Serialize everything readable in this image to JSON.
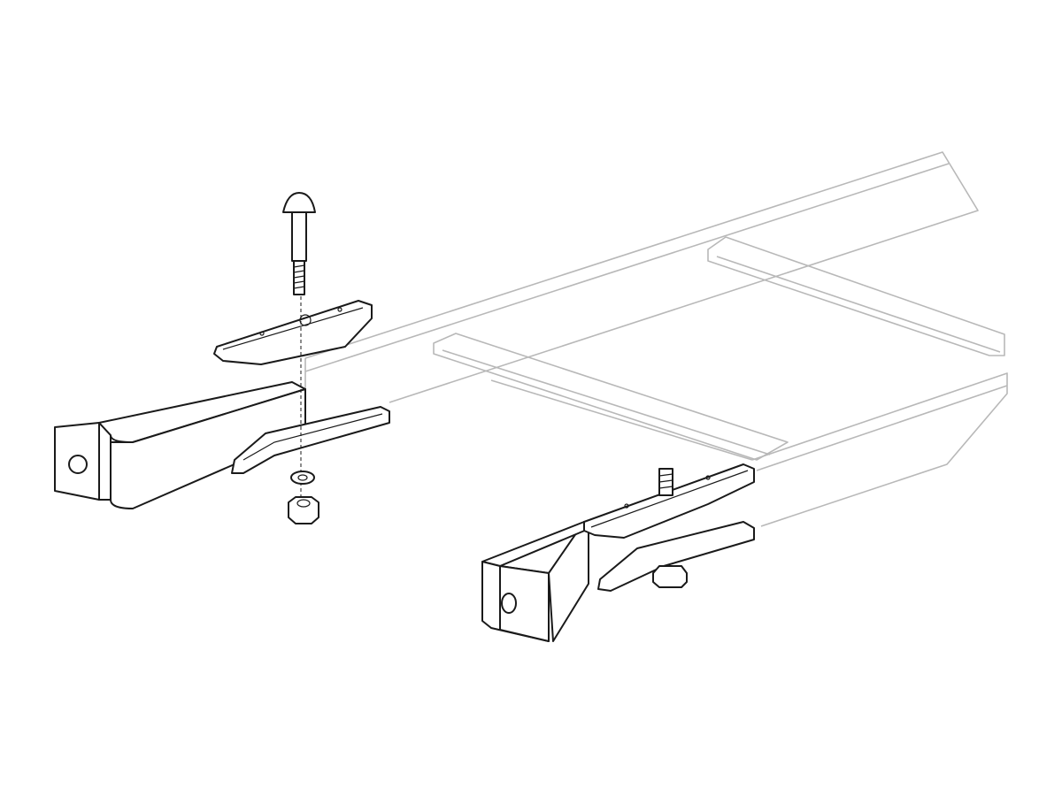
{
  "diagram": {
    "colors": {
      "ladder_rack": "#b8b8b8",
      "hardware": "#1a1a1a",
      "background": "#ffffff"
    },
    "components": [
      "ladder-rack-rail-back",
      "ladder-rack-rail-front",
      "ladder-rack-rung",
      "wall-bracket-left-exploded",
      "wall-bracket-right-assembled",
      "carriage-bolt",
      "clamp-top",
      "clamp-bottom",
      "lock-washer",
      "hex-nut"
    ]
  }
}
